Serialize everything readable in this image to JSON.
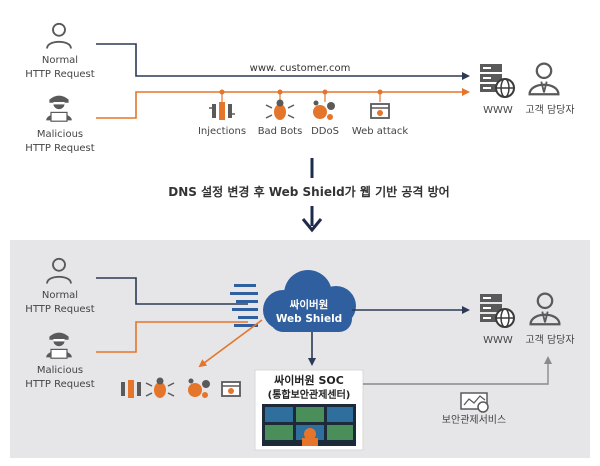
{
  "top": {
    "normal_request": [
      "Normal",
      "HTTP Request"
    ],
    "malicious_request": [
      "Malicious",
      "HTTP Request"
    ],
    "domain": "www. customer.com",
    "threats": [
      "Injections",
      "Bad Bots",
      "DDoS",
      "Web attack"
    ],
    "www_label": "WWW",
    "manager_label": "고객 담당자"
  },
  "transition": {
    "caption": "DNS 설정 변경 후 Web Shield가 웹 기반 공격 방어"
  },
  "bottom": {
    "normal_request": [
      "Normal",
      "HTTP Request"
    ],
    "malicious_request": [
      "Malicious",
      "HTTP Request"
    ],
    "cloud_title": "싸이버원",
    "cloud_subtitle": "Web Shield",
    "www_label": "WWW",
    "manager_label": "고객 담당자",
    "soc_title": "싸이버원 SOC",
    "soc_subtitle": "(통합보안관제센터)",
    "monitoring_label": "보안관제서비스"
  },
  "colors": {
    "normal_flow": "#2b3a55",
    "malicious_flow": "#e5752b",
    "cloud": "#2f5f9e",
    "bottom_panel": "#e6e6e8",
    "icon_gray": "#5a5a5a",
    "icon_orange": "#e5752b"
  },
  "icons": [
    "person-icon",
    "hacker-icon",
    "injection-icon",
    "bug-icon",
    "ddos-icon",
    "web-attack-icon",
    "server-globe-icon",
    "manager-icon",
    "cloud-icon",
    "soc-monitor-icon",
    "monitoring-icon"
  ]
}
